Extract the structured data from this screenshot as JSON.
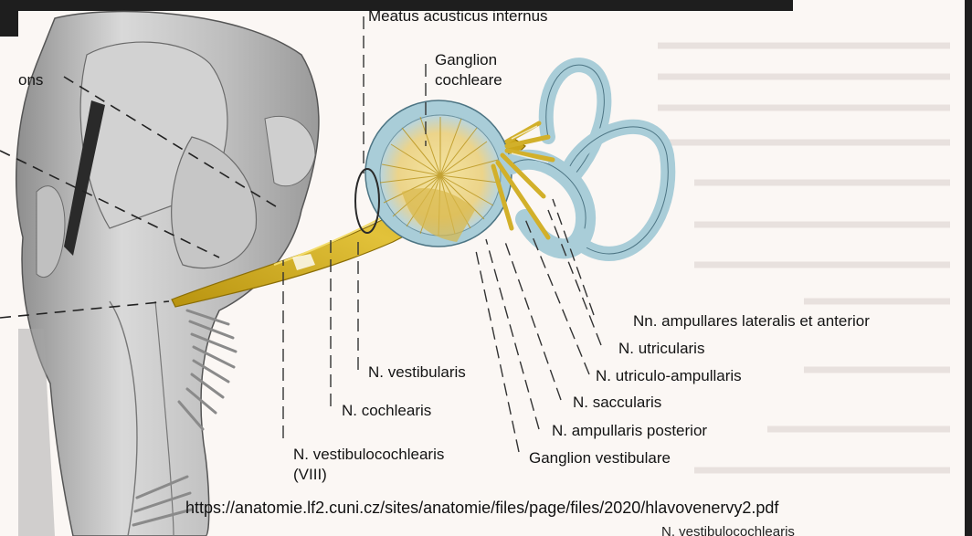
{
  "diagram": {
    "labels": {
      "meatus": "Meatus acusticus internus",
      "ganglion_cochleare_line1": "Ganglion",
      "ganglion_cochleare_line2": "cochleare",
      "pons_partial": "ons",
      "nn_ampullares": "Nn. ampullares lateralis et anterior",
      "n_utricularis": "N. utricularis",
      "n_vestibularis": "N. vestibularis",
      "n_utriculo_ampullaris": "N. utriculo-ampullaris",
      "n_saccularis": "N. saccularis",
      "n_cochlearis": "N. cochlearis",
      "n_ampullaris_posterior": "N. ampullaris posterior",
      "n_vestibulocochlearis_line1": "N. vestibulocochlearis",
      "n_vestibulocochlearis_line2": "(VIII)",
      "ganglion_vestibulare": "Ganglion vestibulare"
    },
    "source_url": "https://anatomie.lf2.cuni.cz/sites/anatomie/files/page/files/2020/hlavovenervy2.pdf",
    "bottom_partial_text": "N. vestibulocochlearis",
    "colors": {
      "nerve": "#c9a418",
      "labyrinth": "#a9cdd8",
      "brainstem": "#bdbdbd",
      "paper": "#fbf7f4"
    }
  }
}
